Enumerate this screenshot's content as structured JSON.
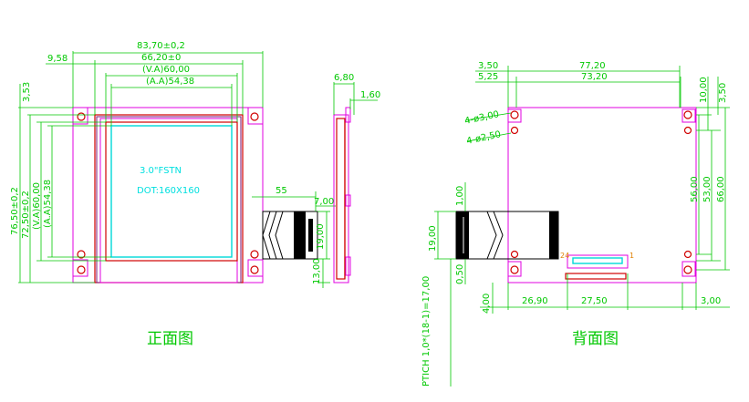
{
  "front": {
    "title": "正面图",
    "dims": {
      "overall_width": "83,70±0,2",
      "glass_width": "66,20±0",
      "va_width": "(V.A)60,00",
      "aa_width": "(A.A)54,38",
      "left_offset": "9,58",
      "top_offset": "3,53",
      "overall_height": "76,50±0,2",
      "glass_height": "72,50±0,2",
      "va_height": "(V.A)60,00",
      "aa_height": "(A.A)54,38",
      "fpc_length": "55",
      "fpc_offset": "7,00",
      "fpc_width": "19,00",
      "fpc_bottom": "13,00"
    },
    "label_line1": "3.0\"FSTN",
    "label_line2": "DOT:160X160"
  },
  "side": {
    "dims": {
      "thickness": "6,80",
      "step": "1,60"
    }
  },
  "back": {
    "title": "背面图",
    "dims": {
      "left_top": "3,50",
      "left_inner": "5,25",
      "overall_width": "77,20",
      "inner_width": "73,20",
      "hole_large": "4-ø3,00",
      "hole_small": "4-ø2,50",
      "right_top_a": "10,00",
      "right_top_b": "3,50",
      "right_h1": "56,00",
      "right_h2": "53,00",
      "right_h3": "66,00",
      "pin_span": "19,00",
      "pin_gap": "1,00",
      "pin_bottom": "0,50",
      "bottom_left": "4,00",
      "bottom_a": "26,90",
      "bottom_b": "27,50",
      "bottom_right": "3,00",
      "pitch": "PTICH 1,0*(18-1)=17,00",
      "conn_pin_first": "24",
      "conn_pin_last": "1"
    }
  }
}
